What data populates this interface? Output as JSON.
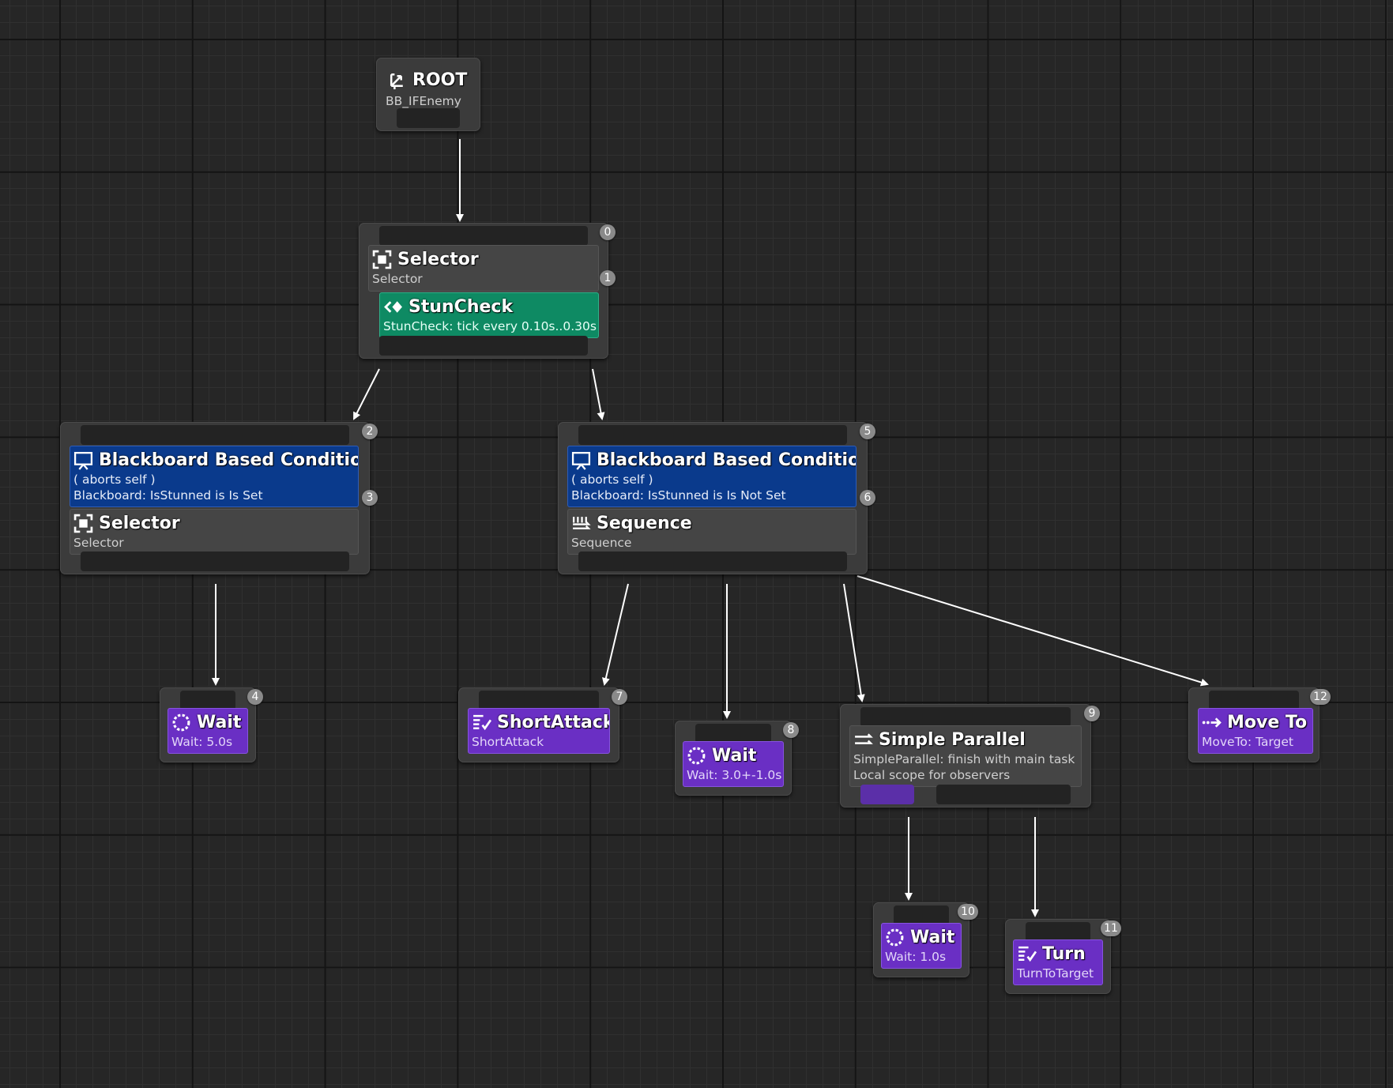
{
  "nodes": {
    "root": {
      "title": "ROOT",
      "subtitle": "BB_IFEnemy"
    },
    "selector_0": {
      "index": "0",
      "title": "Selector",
      "subtitle": "Selector"
    },
    "stuncheck": {
      "index": "1",
      "title": "StunCheck",
      "subtitle": "StunCheck: tick every 0.10s..0.30s"
    },
    "bb_cond_2": {
      "index": "2",
      "title": "Blackboard Based Condition",
      "line1": "( aborts self )",
      "line2": "Blackboard: IsStunned is Is Set"
    },
    "selector_3": {
      "index": "3",
      "title": "Selector",
      "subtitle": "Selector"
    },
    "bb_cond_5": {
      "index": "5",
      "title": "Blackboard Based Condition",
      "line1": "( aborts self )",
      "line2": "Blackboard: IsStunned is Is Not Set"
    },
    "sequence_6": {
      "index": "6",
      "title": "Sequence",
      "subtitle": "Sequence"
    },
    "wait_4": {
      "index": "4",
      "title": "Wait",
      "subtitle": "Wait: 5.0s"
    },
    "shortattack_7": {
      "index": "7",
      "title": "ShortAttack",
      "subtitle": "ShortAttack"
    },
    "wait_8": {
      "index": "8",
      "title": "Wait",
      "subtitle": "Wait: 3.0+-1.0s"
    },
    "simpleparallel_9": {
      "index": "9",
      "title": "Simple Parallel",
      "line1": "SimpleParallel: finish with main task",
      "line2": "Local scope for observers"
    },
    "moveto_12": {
      "index": "12",
      "title": "Move To",
      "subtitle": "MoveTo: Target"
    },
    "wait_10": {
      "index": "10",
      "title": "Wait",
      "subtitle": "Wait: 1.0s"
    },
    "turn_11": {
      "index": "11",
      "title": "Turn",
      "subtitle": "TurnToTarget"
    }
  },
  "colors": {
    "task": "#6a2fc4",
    "decorator": "#0a3a8c",
    "service": "#0e8a63",
    "composite": "#454545",
    "node_body": "#3b3b3b",
    "edge": "#ffffff"
  },
  "icons": {
    "root": "root-branch-icon",
    "selector": "selector-icon",
    "stuncheck": "service-icon",
    "decorator": "blackboard-icon",
    "sequence": "sequence-icon",
    "wait": "wait-icon",
    "shortattack": "task-icon",
    "simpleparallel": "parallel-icon",
    "moveto": "move-to-icon",
    "turn": "task-icon"
  }
}
